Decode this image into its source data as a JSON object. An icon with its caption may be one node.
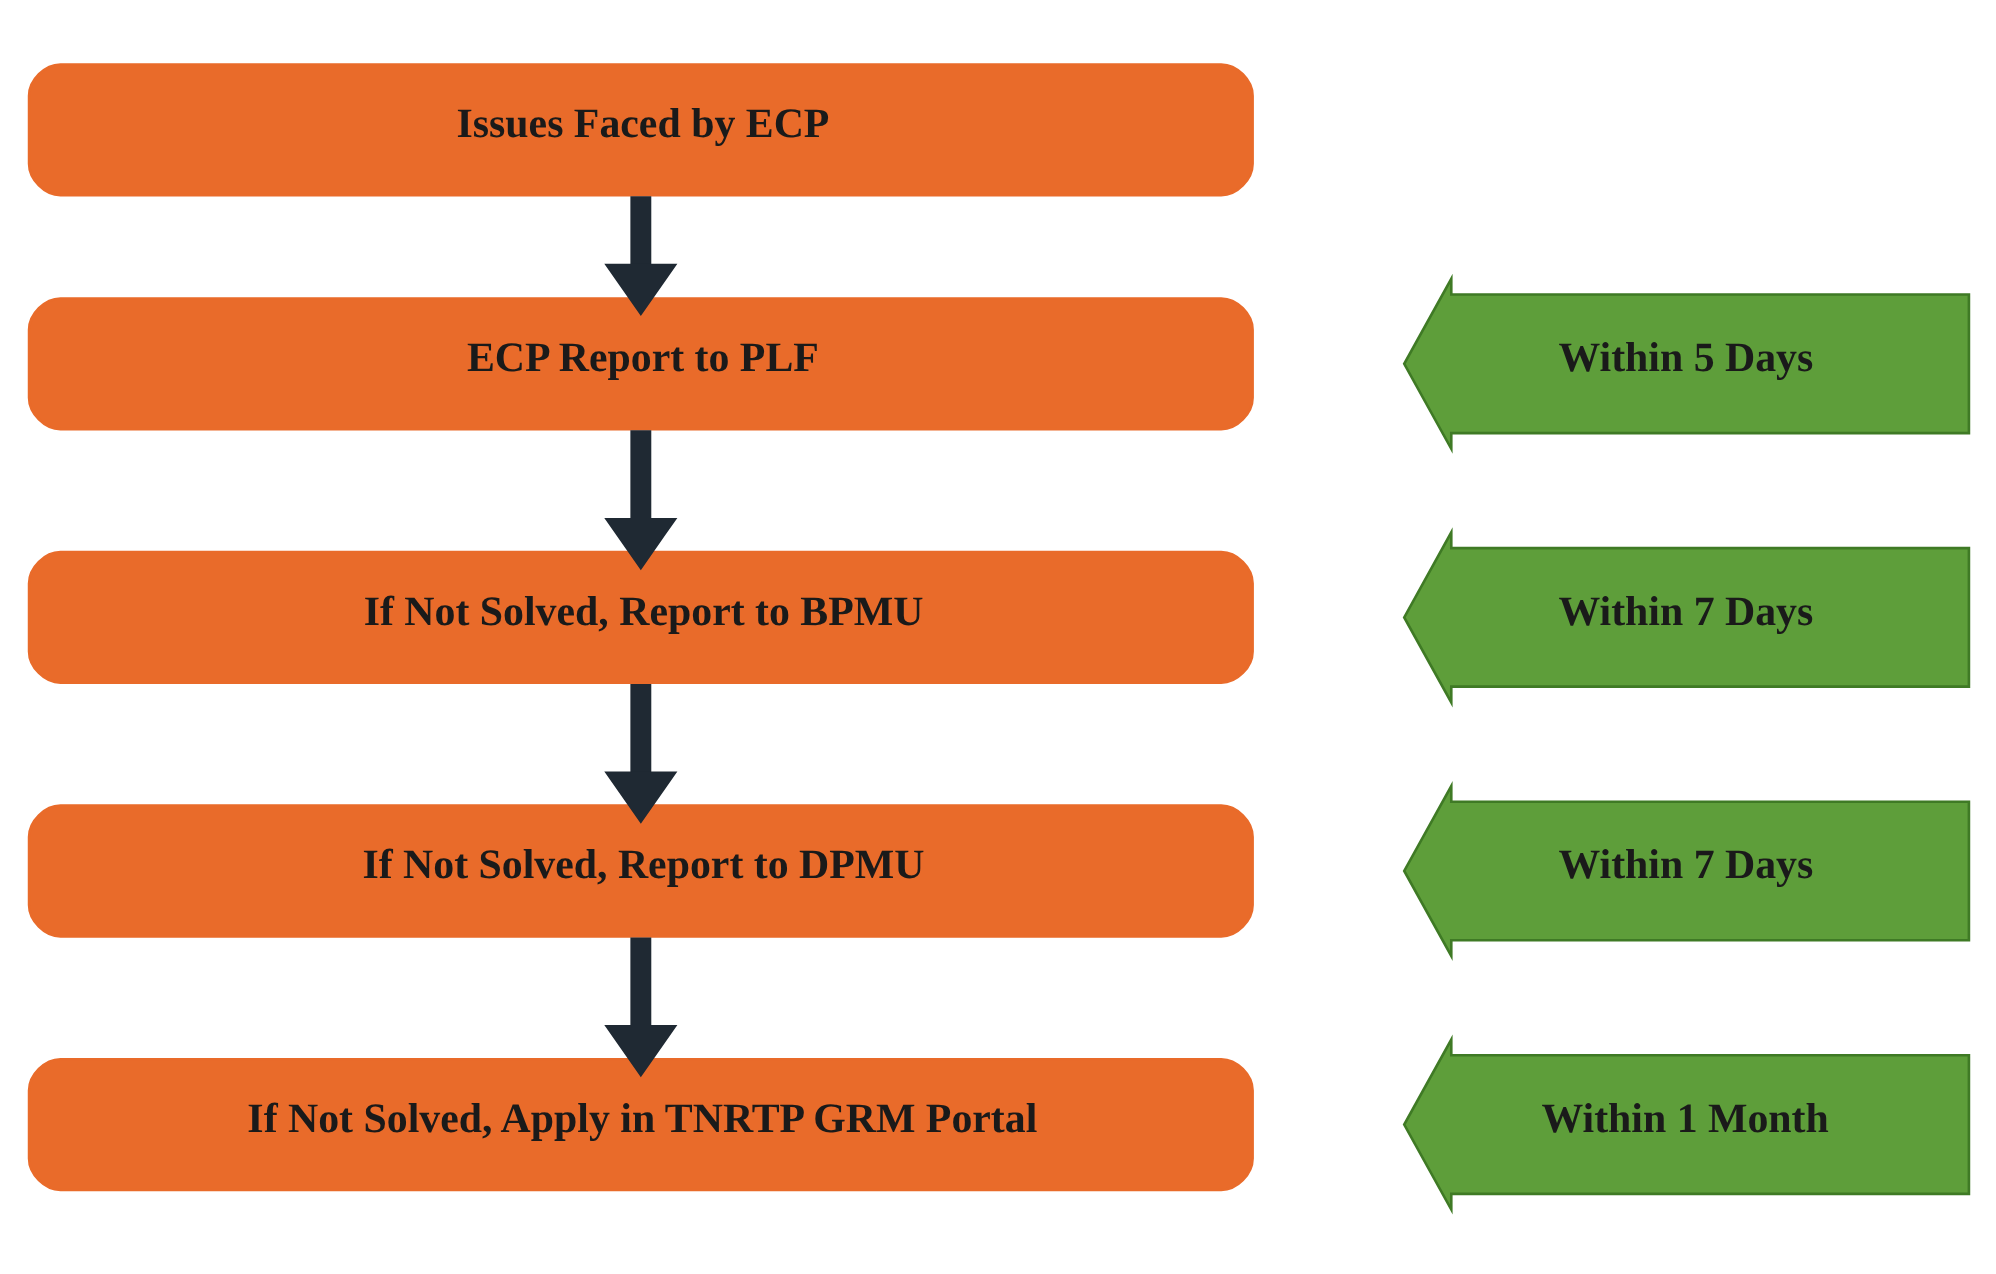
{
  "diagram": {
    "nodes": [
      {
        "text": [
          "Issues Faced by ECP"
        ]
      },
      {
        "text": [
          "ECP Report to PLF"
        ]
      },
      {
        "text": [
          "Within 5 Days"
        ]
      },
      {
        "text": [
          "If Not Solved, Report to BPMU"
        ]
      },
      {
        "text": [
          "Within 7 Days"
        ]
      },
      {
        "text": [
          "If Not Solved, Report to DPMU"
        ]
      },
      {
        "text": [
          "Within 7 Days"
        ]
      },
      {
        "text": [
          "If Not Solved, Apply in TNRTP GRM Portal"
        ]
      },
      {
        "text": [
          "Within 1 Month"
        ]
      }
    ],
    "edges": [
      {
        "from": 0,
        "to": 1,
        "arrow": "to"
      },
      {
        "from": 1,
        "to": 3,
        "arrow": "to"
      },
      {
        "from": 3,
        "to": 5,
        "arrow": "to"
      },
      {
        "from": 5,
        "to": 7,
        "arrow": "to"
      }
    ]
  }
}
